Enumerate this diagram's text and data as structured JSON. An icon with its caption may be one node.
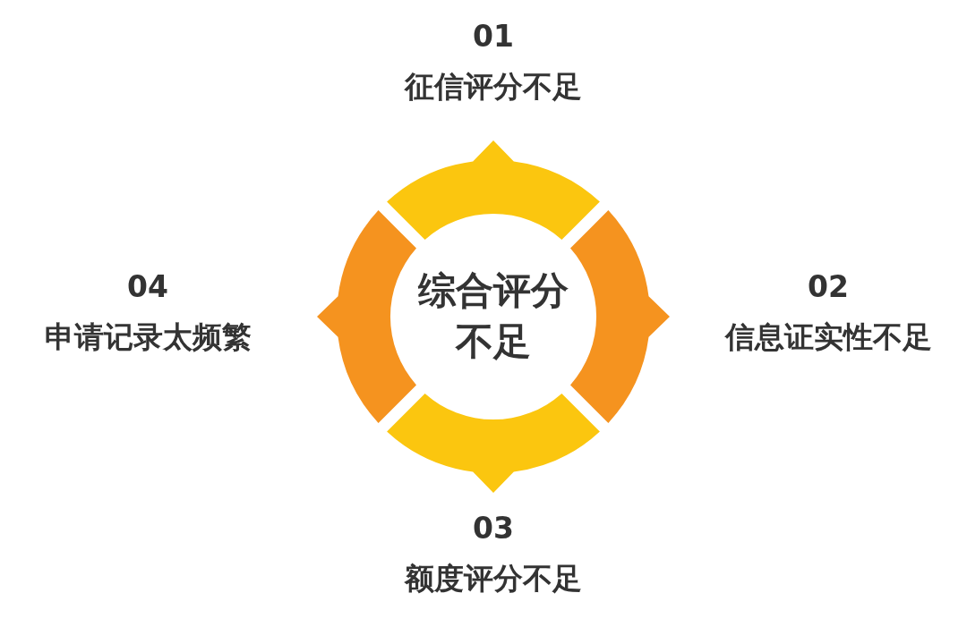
{
  "diagram": {
    "nodes": [
      {
        "text": [
          "综合评分不足"
        ]
      },
      {
        "text": [],
        "shape": "arc",
        "beside": [
          "01",
          "征信评分不足"
        ]
      },
      {
        "text": [],
        "shape": "arc",
        "beside": [
          "02",
          "信息证实性不足"
        ]
      },
      {
        "text": [],
        "shape": "arc",
        "beside": [
          "03",
          "额度评分不足"
        ]
      },
      {
        "text": [],
        "shape": "arc",
        "beside": [
          "04",
          "申请记录太频繁"
        ]
      }
    ]
  }
}
